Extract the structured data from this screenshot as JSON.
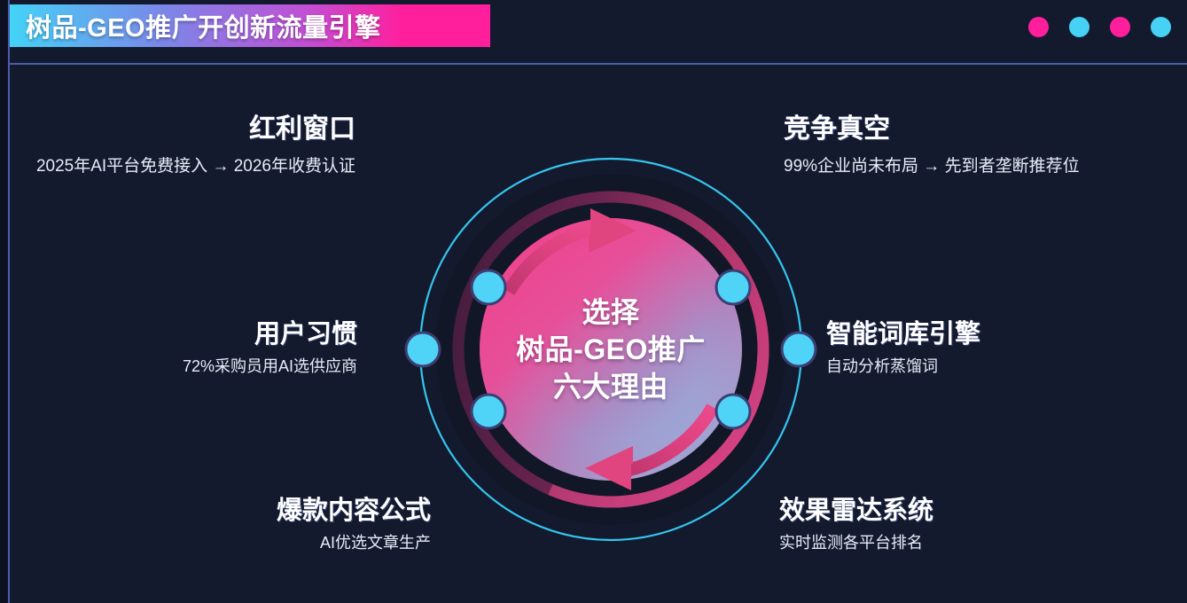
{
  "slide": {
    "background_color": "#141a2e",
    "accent_cyan": "#46d2f5",
    "accent_magenta": "#ff1f9c"
  },
  "header": {
    "title": "树品-GEO推广开创新流量引擎",
    "dots": [
      {
        "name": "dot-1",
        "color": "#ff1f9c"
      },
      {
        "name": "dot-2",
        "color": "#46d2f5"
      },
      {
        "name": "dot-3",
        "color": "#ff1f9c"
      },
      {
        "name": "dot-4",
        "color": "#46d2f5"
      }
    ]
  },
  "hub": {
    "center_lines": [
      "选择",
      "树品-GEO推广",
      "六大理由"
    ],
    "gradient_from": "#ec4b93",
    "gradient_to": "#8fc3e8",
    "ring_color": "#46d2f5",
    "arrow_color": "#e0487f",
    "node_count": 6,
    "arrows": [
      {
        "name": "arrow-top-clockwise",
        "direction": "right"
      },
      {
        "name": "arrow-bottom-clockwise",
        "direction": "left"
      }
    ]
  },
  "features": [
    {
      "id": "benefit-window",
      "title": "红利窗口",
      "subtitle": "2025年AI平台免费接入 → 2026年收费认证",
      "side": "left"
    },
    {
      "id": "competition-vacuum",
      "title": "竞争真空",
      "subtitle": "99%企业尚未布局 → 先到者垄断推荐位",
      "side": "right"
    },
    {
      "id": "user-habit",
      "title": "用户习惯",
      "subtitle": "72%采购员用AI选供应商",
      "side": "left"
    },
    {
      "id": "smart-lexicon-engine",
      "title": "智能词库引擎",
      "subtitle": "自动分析蒸馏词",
      "side": "right"
    },
    {
      "id": "hit-content-formula",
      "title": "爆款内容公式",
      "subtitle": "AI优选文章生产",
      "side": "left"
    },
    {
      "id": "effect-radar-system",
      "title": "效果雷达系统",
      "subtitle": "实时监测各平台排名",
      "side": "right"
    }
  ]
}
